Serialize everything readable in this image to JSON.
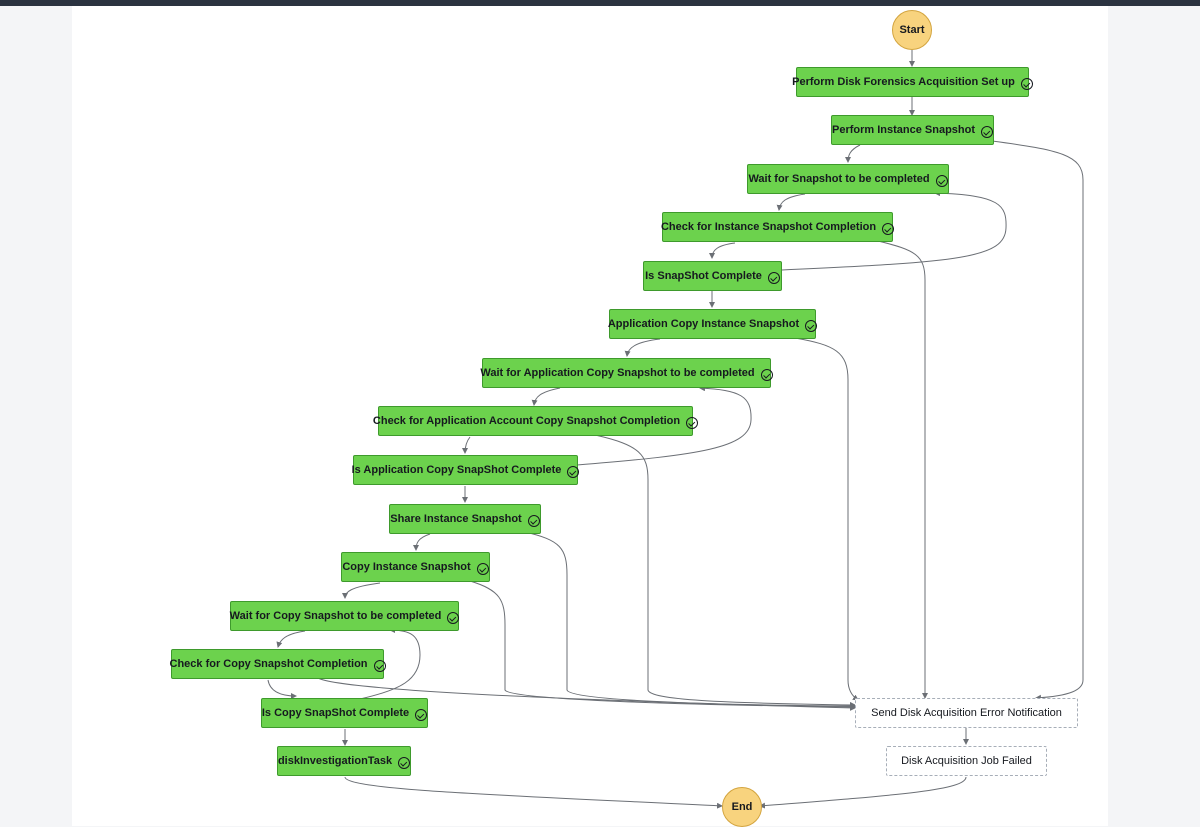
{
  "workflow": {
    "start_label": "Start",
    "end_label": "End",
    "states": [
      {
        "id": "setup",
        "label": "Perform Disk Forensics Acquisition Set up",
        "status": "succeeded"
      },
      {
        "id": "snap",
        "label": "Perform Instance Snapshot",
        "status": "succeeded"
      },
      {
        "id": "wait1",
        "label": "Wait for Snapshot to be completed",
        "status": "succeeded"
      },
      {
        "id": "check1",
        "label": "Check for Instance Snapshot Completion",
        "status": "succeeded"
      },
      {
        "id": "is1",
        "label": "Is SnapShot Complete",
        "status": "succeeded"
      },
      {
        "id": "appcopy",
        "label": "Application Copy Instance Snapshot",
        "status": "succeeded"
      },
      {
        "id": "wait2",
        "label": "Wait for Application Copy Snapshot to be completed",
        "status": "succeeded"
      },
      {
        "id": "check2",
        "label": "Check for Application Account Copy Snapshot Completion",
        "status": "succeeded"
      },
      {
        "id": "is2",
        "label": "Is Application Copy SnapShot Complete",
        "status": "succeeded"
      },
      {
        "id": "share",
        "label": "Share Instance Snapshot",
        "status": "succeeded"
      },
      {
        "id": "copy",
        "label": "Copy Instance Snapshot",
        "status": "succeeded"
      },
      {
        "id": "wait3",
        "label": "Wait for Copy Snapshot to be completed",
        "status": "succeeded"
      },
      {
        "id": "check3",
        "label": "Check for Copy Snapshot Completion",
        "status": "succeeded"
      },
      {
        "id": "is3",
        "label": "Is Copy SnapShot Complete",
        "status": "succeeded"
      },
      {
        "id": "disk",
        "label": "diskInvestigationTask",
        "status": "succeeded"
      },
      {
        "id": "notify",
        "label": "Send Disk Acquisition Error Notification",
        "status": "not-run"
      },
      {
        "id": "failed",
        "label": "Disk Acquisition Job Failed",
        "status": "not-run"
      }
    ]
  },
  "colors": {
    "succeeded_fill": "#6cd24d",
    "succeeded_border": "#3e9a2c",
    "terminal_fill": "#f8d37e",
    "edge": "#6b6f75"
  },
  "icons": {
    "status": "check-circle-icon"
  }
}
